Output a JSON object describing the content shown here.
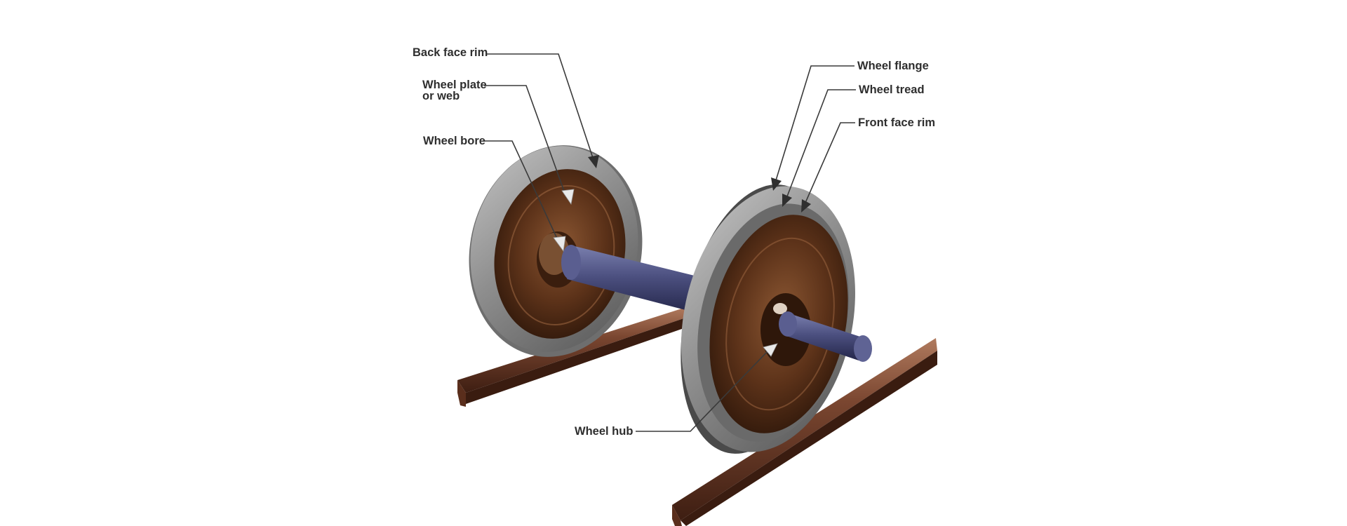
{
  "labels": {
    "back_face_rim": "Back face rim",
    "wheel_plate_line1": "Wheel plate",
    "wheel_plate_line2": "or web",
    "wheel_bore": "Wheel bore",
    "wheel_flange": "Wheel flange",
    "wheel_tread": "Wheel tread",
    "front_face_rim": "Front face rim",
    "wheel_hub": "Wheel hub"
  },
  "colors": {
    "rim_steel": "#8a8a8a",
    "wheel_web_bronze": "#5a3218",
    "axle_navy": "#4a4e78",
    "rail_brown": "#6b3a26",
    "label_text": "#2e2e2e"
  }
}
